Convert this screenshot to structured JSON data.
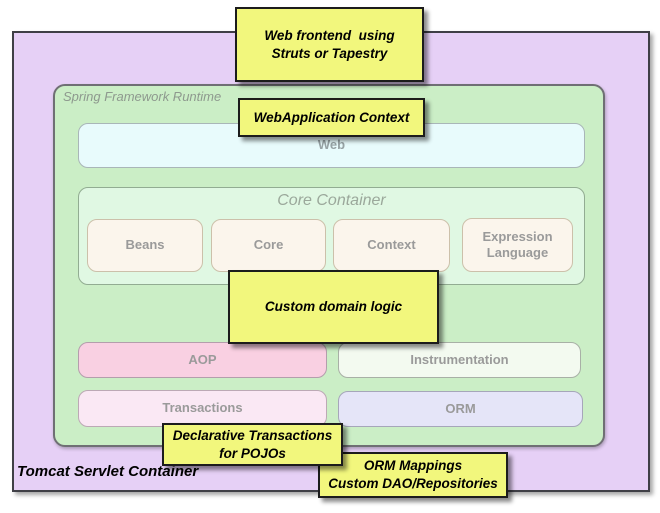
{
  "diagram": {
    "container": {
      "label": "Tomcat Servlet Container"
    },
    "runtime": {
      "label": "Spring Framework Runtime"
    },
    "web_layer": {
      "label": "Web"
    },
    "core_container": {
      "title": "Core Container",
      "modules": [
        {
          "label": "Beans"
        },
        {
          "label": "Core"
        },
        {
          "label": "Context"
        },
        {
          "label": "Expression Language"
        }
      ]
    },
    "middleware": [
      {
        "label": "AOP"
      },
      {
        "label": "Instrumentation"
      },
      {
        "label": "Transactions"
      },
      {
        "label": "ORM"
      }
    ],
    "callouts": [
      {
        "text": "Web frontend  using\nStruts or Tapestry"
      },
      {
        "text": "WebApplication Context"
      },
      {
        "text": "Custom domain logic"
      },
      {
        "text": "Declarative Transactions\nfor POJOs"
      },
      {
        "text": "ORM Mappings\nCustom DAO/Repositories"
      }
    ],
    "colors": {
      "container_fill": "#E6D0F6",
      "container_border": "#3F3F46",
      "runtime_fill": "#CBEEC6",
      "web_fill": "#E8FBFC",
      "core_container_fill": "#E0F8E3",
      "module_fill": "#FBF5EC",
      "aop_fill": "#F9D0E2",
      "instrumentation_fill": "#F3FAF0",
      "transactions_fill": "#FAE8F4",
      "orm_fill": "#E5E5F8",
      "callout_fill": "#F2F77D",
      "label_gray": "#9A9A9A"
    }
  }
}
